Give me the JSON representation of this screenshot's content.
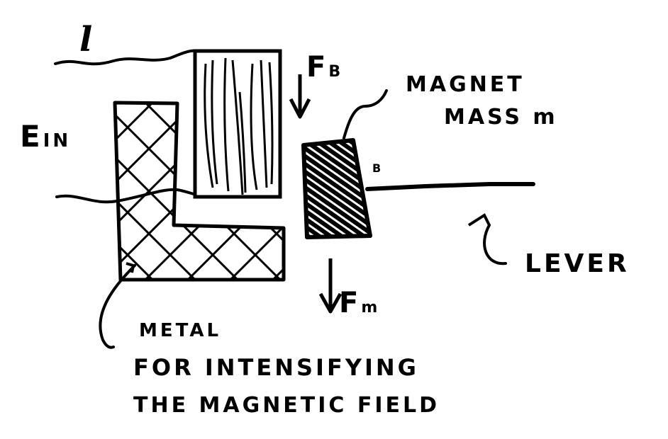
{
  "diagram": {
    "type": "hand-drawn sketch",
    "colors": {
      "ink": "#000000",
      "background": "#ffffff"
    },
    "labels": {
      "wire_label": "l",
      "energy_in": "E",
      "energy_in_sub": "IN",
      "force_b": "F",
      "force_b_sub": "B",
      "magnet": "MAGNET",
      "magnet_mass": "MASS m",
      "pivot_point": "B",
      "lever": "LEVER",
      "force_m": "F",
      "force_m_sub": "m",
      "metal_line1": "METAL",
      "metal_line2": "FOR  INTENSIFYING",
      "metal_line3": "THE MAGNETIC FIELD"
    },
    "components": [
      {
        "id": "coil",
        "label": "coil (vertical hatched block)"
      },
      {
        "id": "metal-core",
        "label": "L-shaped cross-hatched metal"
      },
      {
        "id": "magnet",
        "label": "shaded magnet block"
      },
      {
        "id": "lever",
        "label": "horizontal lever arm"
      }
    ]
  }
}
